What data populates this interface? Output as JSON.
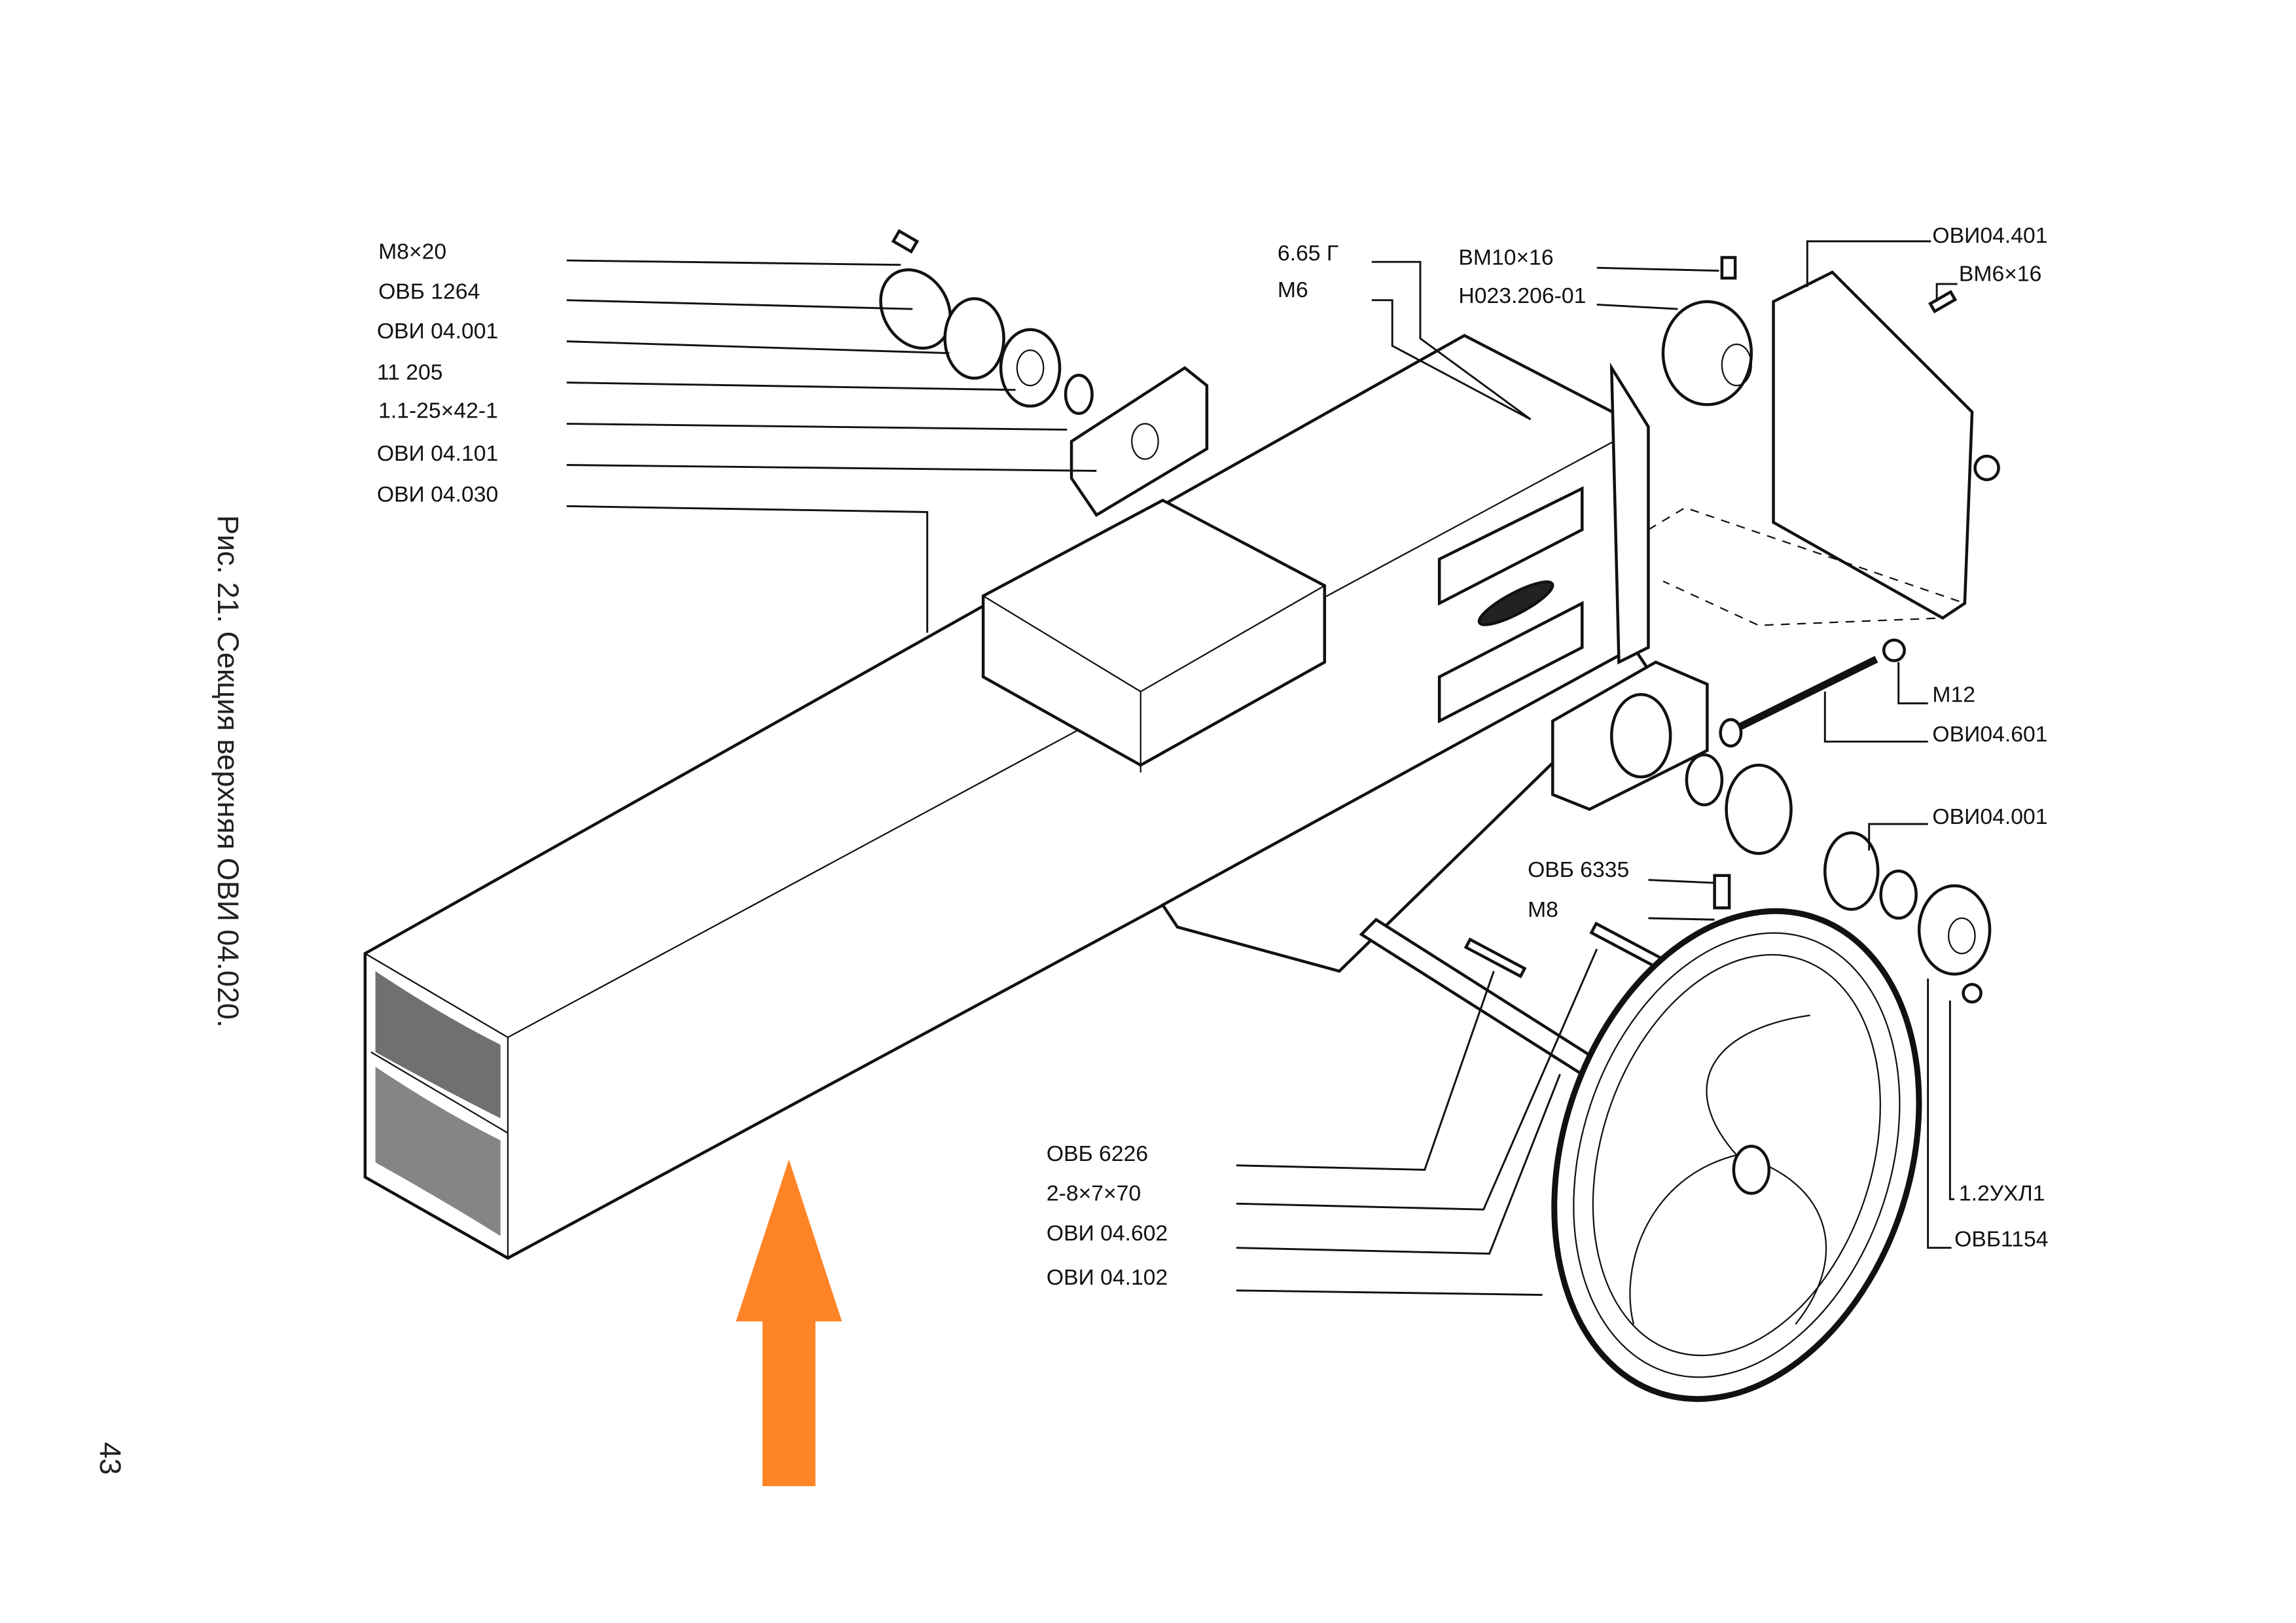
{
  "caption": "Рис. 21. Секция верхняя ОВИ 04.020.",
  "page_number": "43",
  "labels_left": [
    "M8×20",
    "ОВБ 1264",
    "ОВИ 04.001",
    "11 205",
    "1.1-25×42-1",
    "ОВИ 04.101",
    "ОВИ 04.030"
  ],
  "labels_top": [
    "6.65 Г",
    "М6",
    "ВМ10×16",
    "Н023.206-01",
    "ОВИ04.401",
    "ВМ6×16"
  ],
  "labels_right": [
    "М12",
    "ОВИ04.601",
    "ОВИ04.001",
    "ОВБ 6335",
    "М8",
    "1.2УХЛ1",
    "ОВБ1154"
  ],
  "labels_bottom": [
    "ОВБ 6226",
    "2-8×7×70",
    "ОВИ 04.602",
    "ОВИ 04.102"
  ],
  "arrow_color": "#FF8426"
}
